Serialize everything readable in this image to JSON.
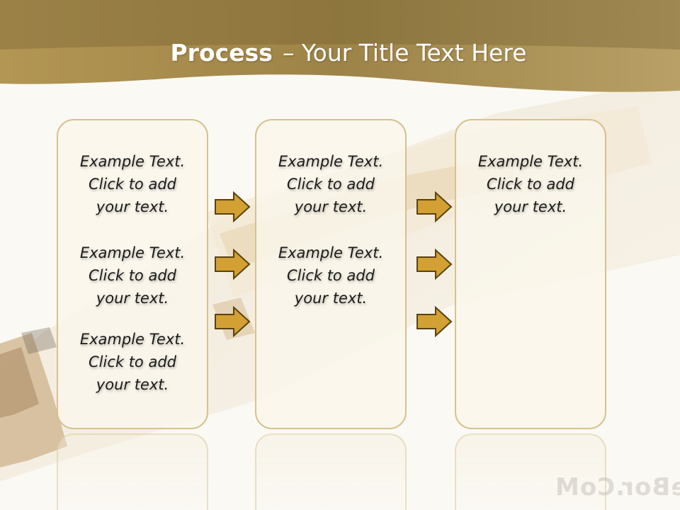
{
  "title": {
    "bold": "Process",
    "rest": "– Your Title Text Here"
  },
  "columns": [
    {
      "items": [
        "Example Text.\nClick  to add\nyour text.",
        "Example Text.\nClick  to add\nyour text.",
        "Example Text.\nClick  to add\nyour text."
      ]
    },
    {
      "items": [
        "Example Text.\nClick  to add\nyour text.",
        "Example Text.\nClick  to add\nyour text."
      ]
    },
    {
      "items": [
        "Example Text.\nClick  to add\nyour text."
      ]
    }
  ],
  "watermark": "eBor.CoM",
  "colors": {
    "header": "#a88d4f",
    "arrow_fill": "#d3a033",
    "arrow_stroke": "#5a4210",
    "box_border": "#d6c28f"
  },
  "icons": [
    "right-arrow-icon"
  ]
}
